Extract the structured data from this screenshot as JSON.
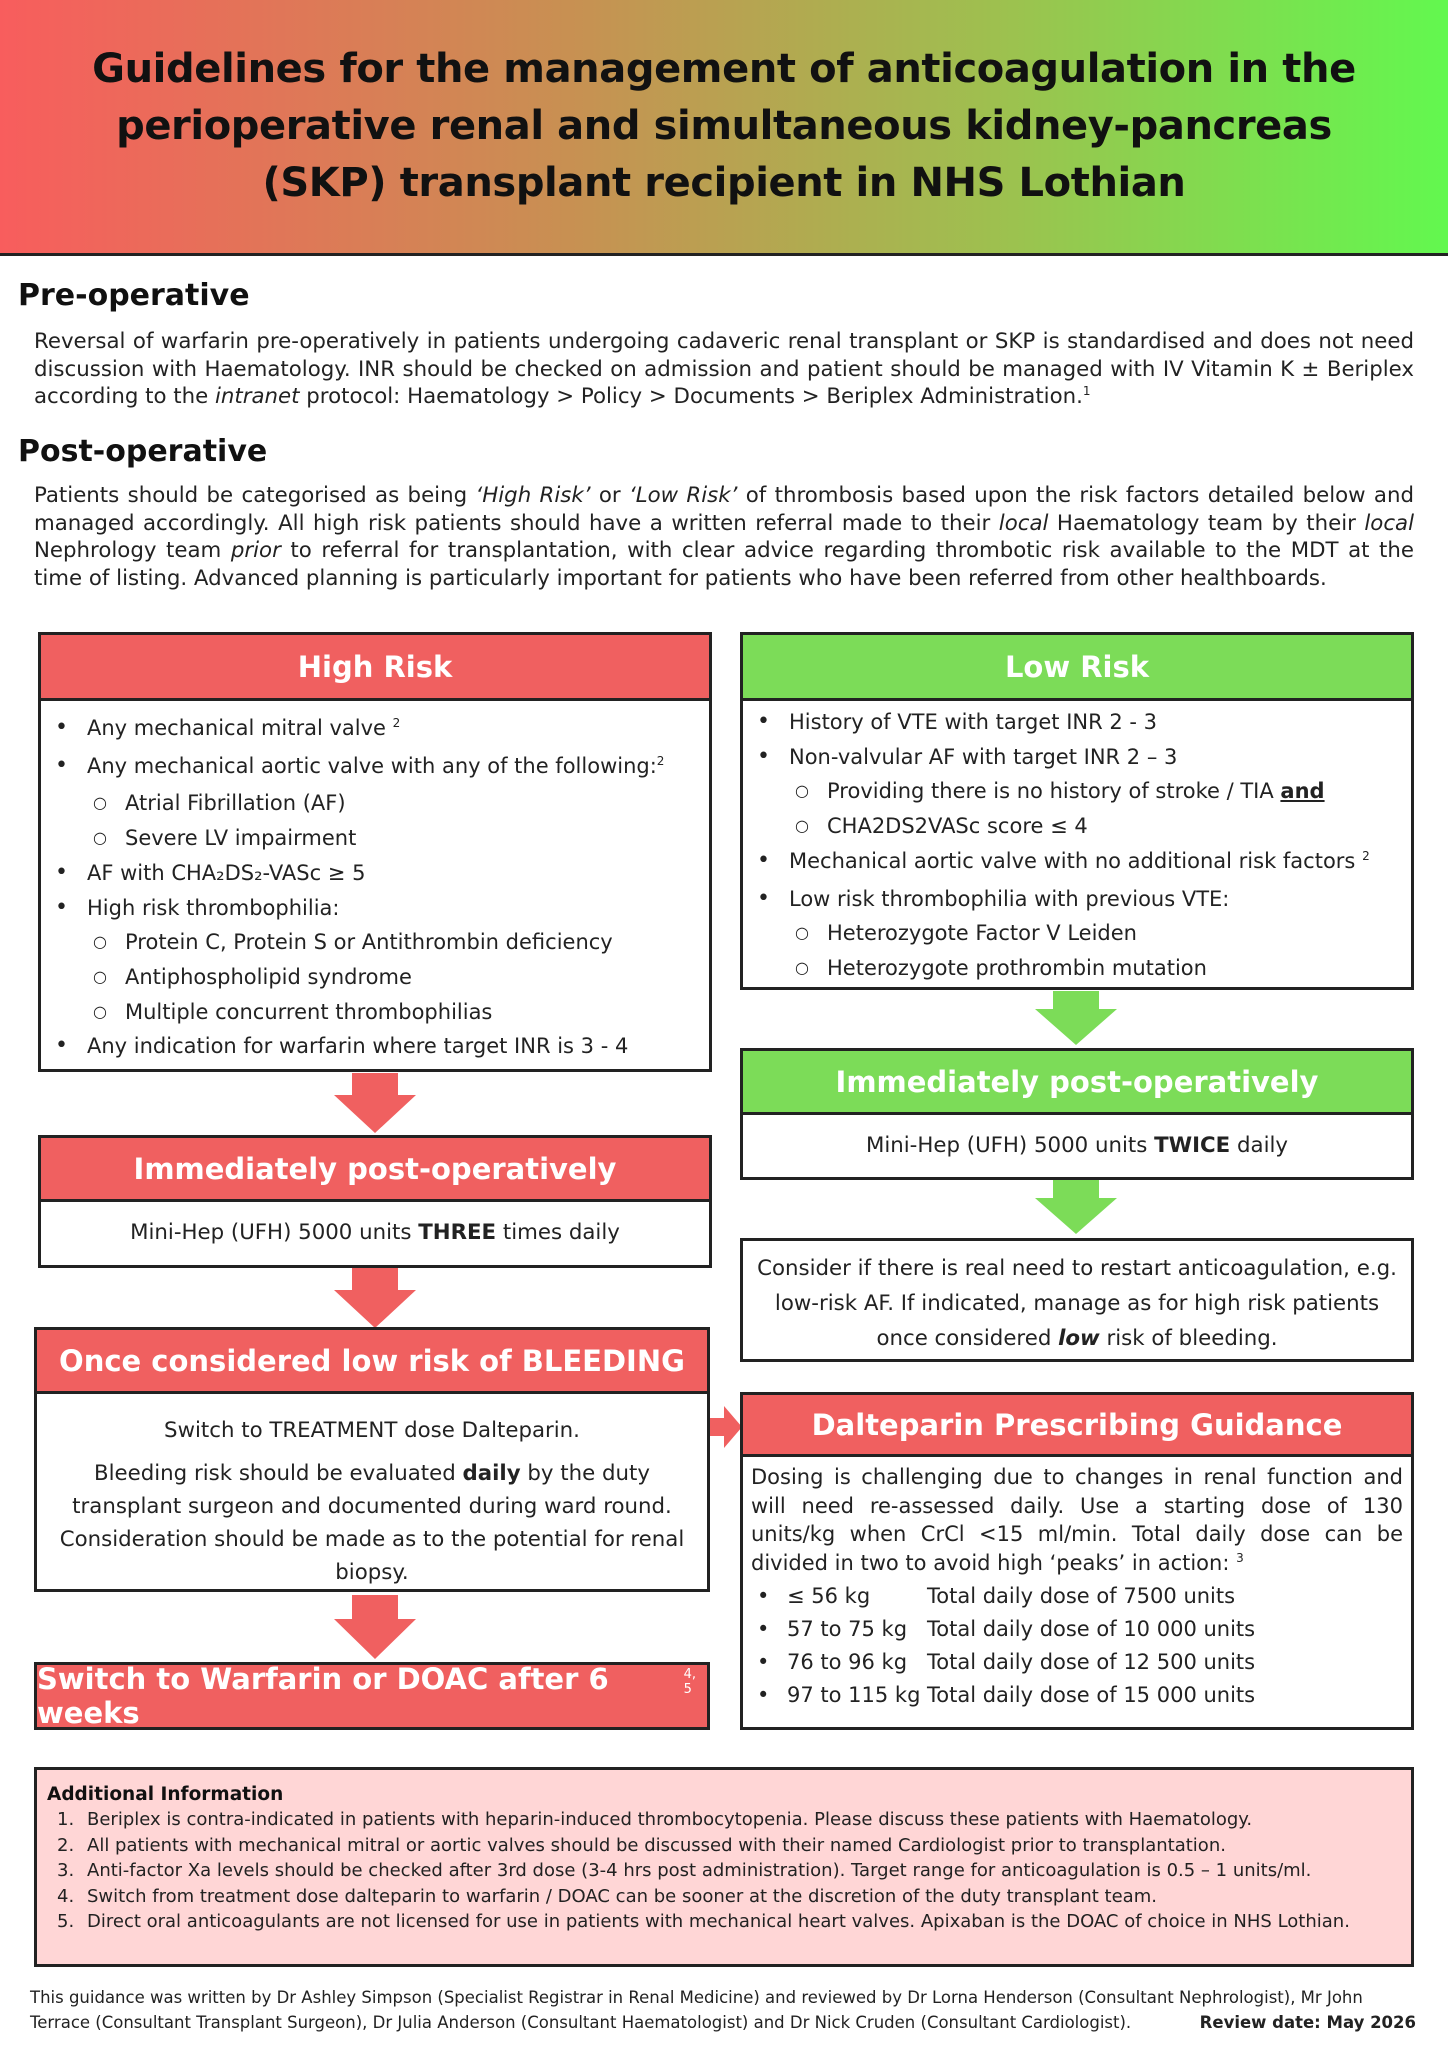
{
  "header": {
    "title": "Guidelines for the management of anticoagulation in the perioperative renal and simultaneous kidney-pancreas (SKP) transplant recipient in NHS Lothian"
  },
  "preop": {
    "title": "Pre-operative",
    "text_a": "Reversal of warfarin pre-operatively in patients undergoing cadaveric renal transplant or SKP is standardised and does not need discussion with Haematology. INR should be checked on admission and patient should be managed with IV Vitamin K ± Beriplex according to the ",
    "text_em": "intranet",
    "text_b": " protocol: Haematology > Policy > Documents > Beriplex Administration.",
    "ref": "1"
  },
  "postop": {
    "title": "Post-operative",
    "t1": "Patients should be categorised as being ",
    "high": "‘High Risk’",
    "t2": " or ",
    "low": "‘Low Risk’",
    "t3": " of thrombosis based upon the risk factors detailed below and managed accordingly. All high risk patients should have a written referral made to their ",
    "local1": "local",
    "t4": " Haematology team by their ",
    "local2": "local",
    "t5": " Nephrology team ",
    "prior": "prior",
    "t6": " to referral for transplantation, with clear advice regarding thrombotic risk available to the MDT at the time of listing. Advanced planning is particularly important for patients who have been referred from other healthboards."
  },
  "high_risk": {
    "title": "High Risk",
    "i1": "Any mechanical mitral valve",
    "i1_ref": "2",
    "i2": "Any mechanical aortic valve with any of the following:",
    "i2_ref": "2",
    "i2a": "Atrial Fibrillation (AF)",
    "i2b": "Severe LV impairment",
    "i3": "AF with CHA₂DS₂-VASc ≥ 5",
    "i4": "High risk thrombophilia:",
    "i4a": "Protein C, Protein S or Antithrombin deficiency",
    "i4b": "Antiphospholipid syndrome",
    "i4c": "Multiple concurrent thrombophilias",
    "i5": "Any indication for warfarin where target INR is 3 - 4"
  },
  "high_postop": {
    "title": "Immediately post-operatively",
    "t1": "Mini-Hep (UFH) 5000 units ",
    "bold": "THREE",
    "t2": " times daily"
  },
  "bleeding": {
    "title": "Once considered low risk of BLEEDING",
    "p1": "Switch to TREATMENT dose Dalteparin.",
    "p2a": "Bleeding risk should be evaluated ",
    "p2b": "daily",
    "p2c": " by the duty transplant surgeon and documented during ward round. Consideration should be made as to the potential for renal biopsy."
  },
  "switch": {
    "title": "Switch to Warfarin or DOAC after 6 weeks",
    "ref": "4, 5"
  },
  "low_risk": {
    "title": "Low Risk",
    "i1": "History of VTE with target INR 2 - 3",
    "i2": "Non-valvular AF with target INR 2 – 3",
    "i2a": "Providing there is no history of stroke / TIA ",
    "i2a_and": "and",
    "i2b": "CHA2DS2VASc score ≤ 4",
    "i3": "Mechanical aortic valve with no additional risk factors",
    "i3_ref": "2",
    "i4": "Low risk thrombophilia with previous VTE:",
    "i4a": "Heterozygote Factor V Leiden",
    "i4b": "Heterozygote prothrombin mutation"
  },
  "low_postop": {
    "title": "Immediately post-operatively",
    "t1": "Mini-Hep (UFH) 5000 units ",
    "bold": "TWICE",
    "t2": " daily"
  },
  "consider": {
    "t1": "Consider if there is real need to restart anticoagulation, e.g. low-risk AF. If indicated, manage as for high risk patients once considered ",
    "bold": "low",
    "t2": " risk of bleeding."
  },
  "dalteparin": {
    "title": "Dalteparin Prescribing Guidance",
    "text": "Dosing is challenging due to changes in renal function and will need re-assessed daily. Use a starting dose of 130 units/kg when CrCl <15 ml/min. Total daily dose can be divided in two to avoid high ‘peaks’ in action:",
    "ref": "3",
    "rows": [
      {
        "weight": "≤ 56 kg",
        "dose": "Total daily dose of 7500 units"
      },
      {
        "weight": "57 to 75 kg",
        "dose": "Total daily dose of 10 000 units"
      },
      {
        "weight": "76 to 96 kg",
        "dose": "Total daily dose of 12 500 units"
      },
      {
        "weight": "97 to 115 kg",
        "dose": "Total daily dose of 15 000 units"
      }
    ]
  },
  "info": {
    "title": "Additional Information",
    "items": [
      "Beriplex is contra-indicated in patients with heparin-induced thrombocytopenia. Please discuss these patients with Haematology.",
      "All patients with mechanical mitral or aortic valves should be discussed with their named Cardiologist prior to transplantation.",
      "Anti-factor Xa levels should be checked after 3rd dose (3-4 hrs post administration). Target range for anticoagulation is 0.5 – 1 units/ml.",
      "Switch from treatment dose dalteparin to warfarin / DOAC can be sooner at the discretion of the duty transplant team.",
      "Direct oral anticoagulants are not licensed for use in patients with mechanical heart valves. Apixaban is the DOAC of choice in NHS Lothian."
    ]
  },
  "footer": {
    "text": "This guidance was written by Dr Ashley Simpson (Specialist Registrar in Renal Medicine) and reviewed by Dr Lorna Henderson (Consultant Nephrologist), Mr John Terrace (Consultant Transplant Surgeon), Dr Julia Anderson (Consultant Haematologist) and Dr Nick Cruden (Consultant Cardiologist).",
    "review": "Review date: May 2026"
  },
  "colors": {
    "red": "#f06060",
    "green": "#7cdc58",
    "info_bg": "#ffd6d6"
  }
}
